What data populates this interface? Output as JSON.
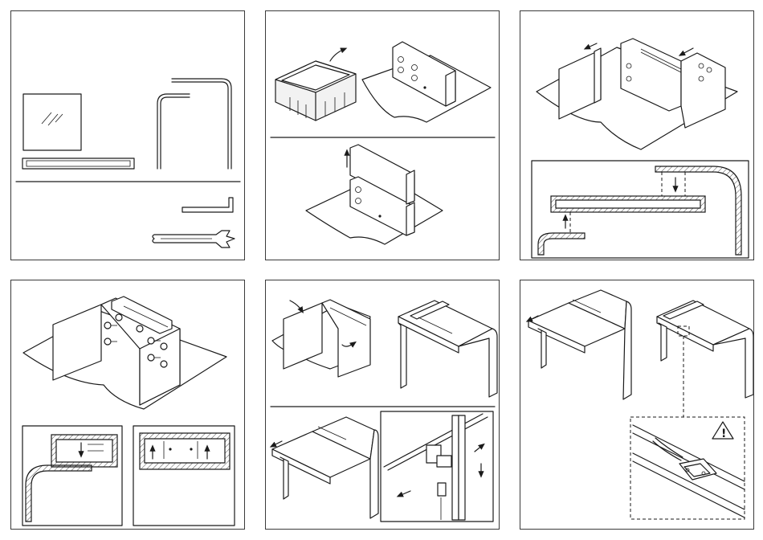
{
  "title": "",
  "panels": [
    {
      "id": "step1",
      "subject": "parts-overview"
    },
    {
      "id": "step2",
      "subject": "unpack-and-separate-clamp"
    },
    {
      "id": "step3",
      "subject": "fit-clamp-on-glass"
    },
    {
      "id": "step4",
      "subject": "tighten-screws"
    },
    {
      "id": "step5",
      "subject": "assemble-desk-top"
    },
    {
      "id": "step6",
      "subject": "slide-drawer-and-check"
    }
  ],
  "icons": {
    "warning": "warning-triangle-icon",
    "warning_symbol": "!"
  },
  "colors": {
    "line": "#1a1a1a",
    "border": "#3a3a3a",
    "background": "#ffffff"
  }
}
